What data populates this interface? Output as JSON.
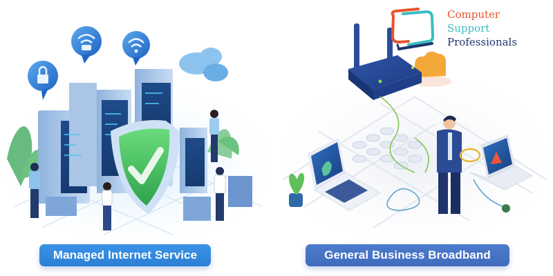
{
  "logo": {
    "line1": "Computer",
    "line2": "Support",
    "line3": "Professionals",
    "colors": {
      "orange": "#e8542c",
      "teal": "#3bbcc0",
      "navy": "#1f3370"
    }
  },
  "panels": {
    "left": {
      "label": "Managed Internet Service",
      "illustration": "server-racks-with-security-shield",
      "colors": {
        "button": "#2f86dc",
        "shield": "#3db85a"
      }
    },
    "right": {
      "label": "General Business Broadband",
      "illustration": "router-with-technician-and-laptops",
      "colors": {
        "button": "#4674c4",
        "router": "#24458f",
        "cloud": "#f5a83a"
      }
    }
  }
}
